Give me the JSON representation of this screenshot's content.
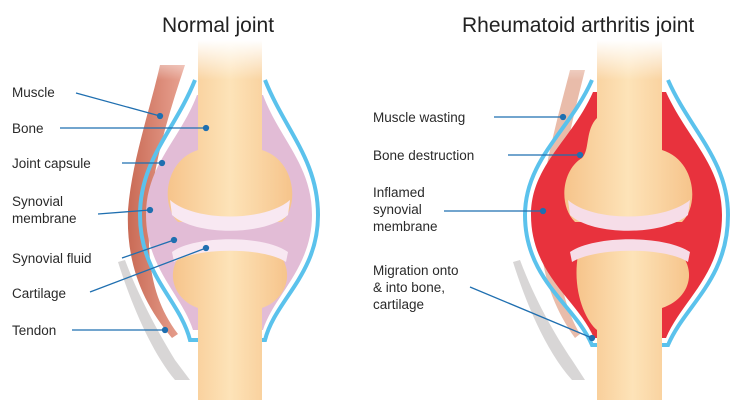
{
  "titles": {
    "normal": "Normal joint",
    "ra": "Rheumatoid arthritis joint"
  },
  "normal_labels": {
    "muscle": "Muscle",
    "bone": "Bone",
    "joint_capsule": "Joint capsule",
    "synovial_membrane": "Synovial\nmembrane",
    "synovial_fluid": "Synovial fluid",
    "cartilage": "Cartilage",
    "tendon": "Tendon"
  },
  "ra_labels": {
    "muscle_wasting": "Muscle wasting",
    "bone_destruction": "Bone destruction",
    "inflamed_synovial_membrane": "Inflamed\nsynovial\nmembrane",
    "migration": "Migration onto\n& into bone,\ncartilage"
  },
  "colors": {
    "bone": "#fcd9a6",
    "bone_edge": "#f4c087",
    "cartilage": "#f6e6f0",
    "synovial_normal": "#e2bcd6",
    "synovial_ra": "#e8323d",
    "capsule": "#5bc2ec",
    "muscle": "#d9826e",
    "tendon": "#d8d6d6",
    "leader_line": "#1f6fb0"
  }
}
